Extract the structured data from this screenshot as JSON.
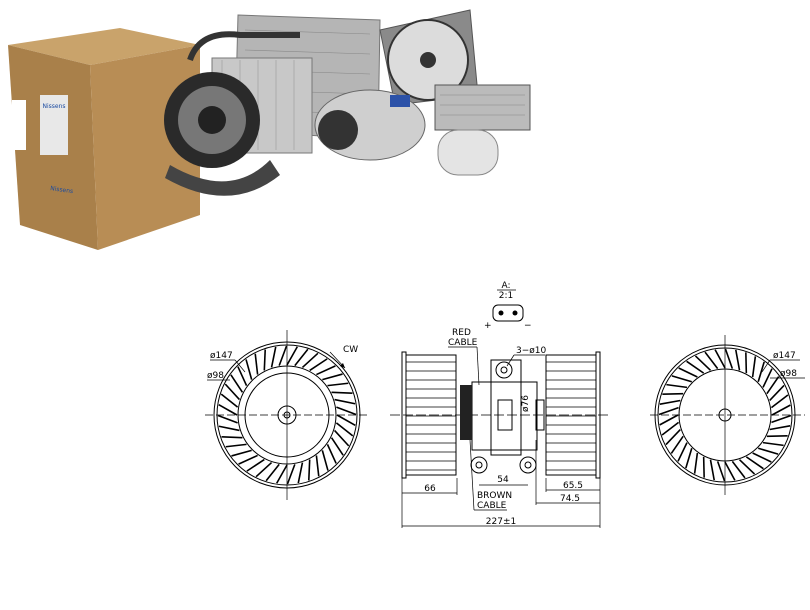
{
  "photo": {
    "brand_logo": "Nissens",
    "products": [
      "box",
      "blower-motor",
      "evaporator",
      "condenser",
      "radiator-fan",
      "compressor",
      "heater-core",
      "receiver-drier"
    ]
  },
  "drawing": {
    "connector": {
      "view": "A:",
      "scale": "2:1",
      "plus": "+",
      "minus": "−"
    },
    "labels": {
      "red_cable": [
        "RED",
        "CABLE"
      ],
      "brown_cable": [
        "BROWN",
        "CABLE"
      ],
      "holes": "3−ø10",
      "hub_diameter": "ø76",
      "rotation": "CW"
    },
    "left_view": {
      "outer": "ø147",
      "inner": "ø98"
    },
    "right_view": {
      "outer": "ø147",
      "inner": "ø98"
    },
    "dimensions": {
      "left_wheel": "66",
      "mount_spacing": "54",
      "right_wheel": "65.5",
      "right_total": "74.5",
      "overall": "227±1"
    }
  },
  "colors": {
    "box": "#b48a52",
    "metal": "#9a9a9a",
    "line": "#000000"
  }
}
